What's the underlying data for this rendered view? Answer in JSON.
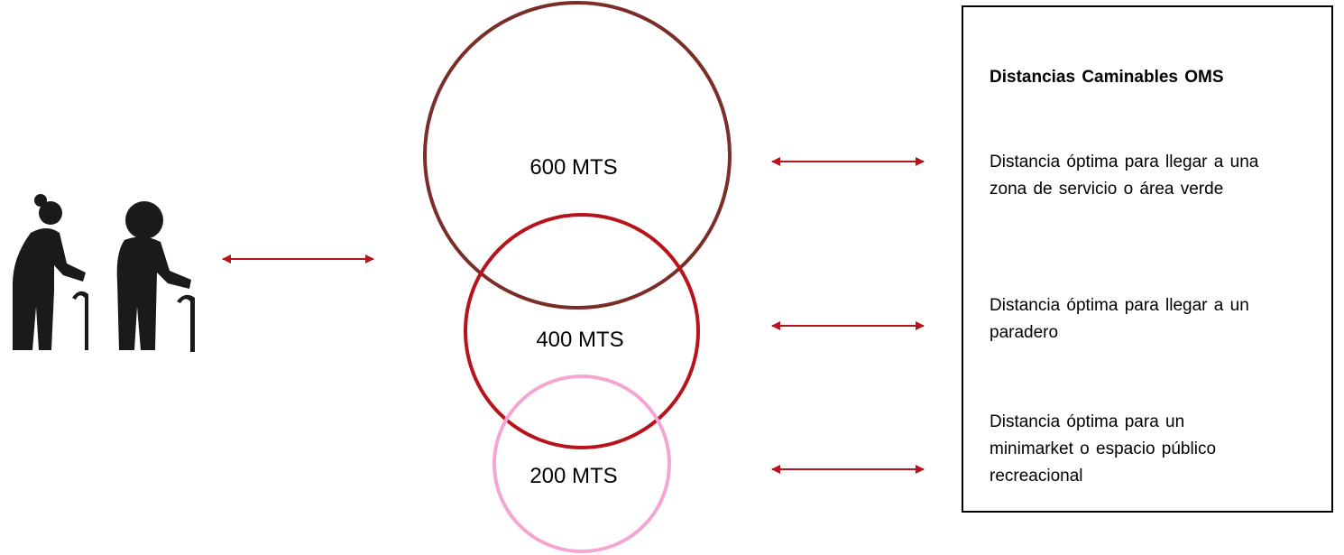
{
  "diagram": {
    "circles": [
      {
        "id": "c600",
        "label": "600 MTS",
        "color": "#7a2e27"
      },
      {
        "id": "c400",
        "label": "400 MTS",
        "color": "#b8121a"
      },
      {
        "id": "c200",
        "label": "200 MTS",
        "color": "#f4a6d2"
      }
    ],
    "arrow_color": "#b8121a",
    "figure_color": "#1a1a1a"
  },
  "legend": {
    "title": "Distancias Caminables OMS",
    "items": [
      {
        "line1": "Distancia óptima para llegar a una",
        "line2": "zona de servicio o área verde",
        "line3": ""
      },
      {
        "line1": "Distancia óptima para llegar a un",
        "line2": "paradero",
        "line3": ""
      },
      {
        "line1": "Distancia óptima para un",
        "line2": "minimarket o espacio público",
        "line3": "recreacional"
      }
    ]
  },
  "icons": [
    "elderly-woman-with-cane-icon",
    "elderly-man-with-cane-icon"
  ]
}
